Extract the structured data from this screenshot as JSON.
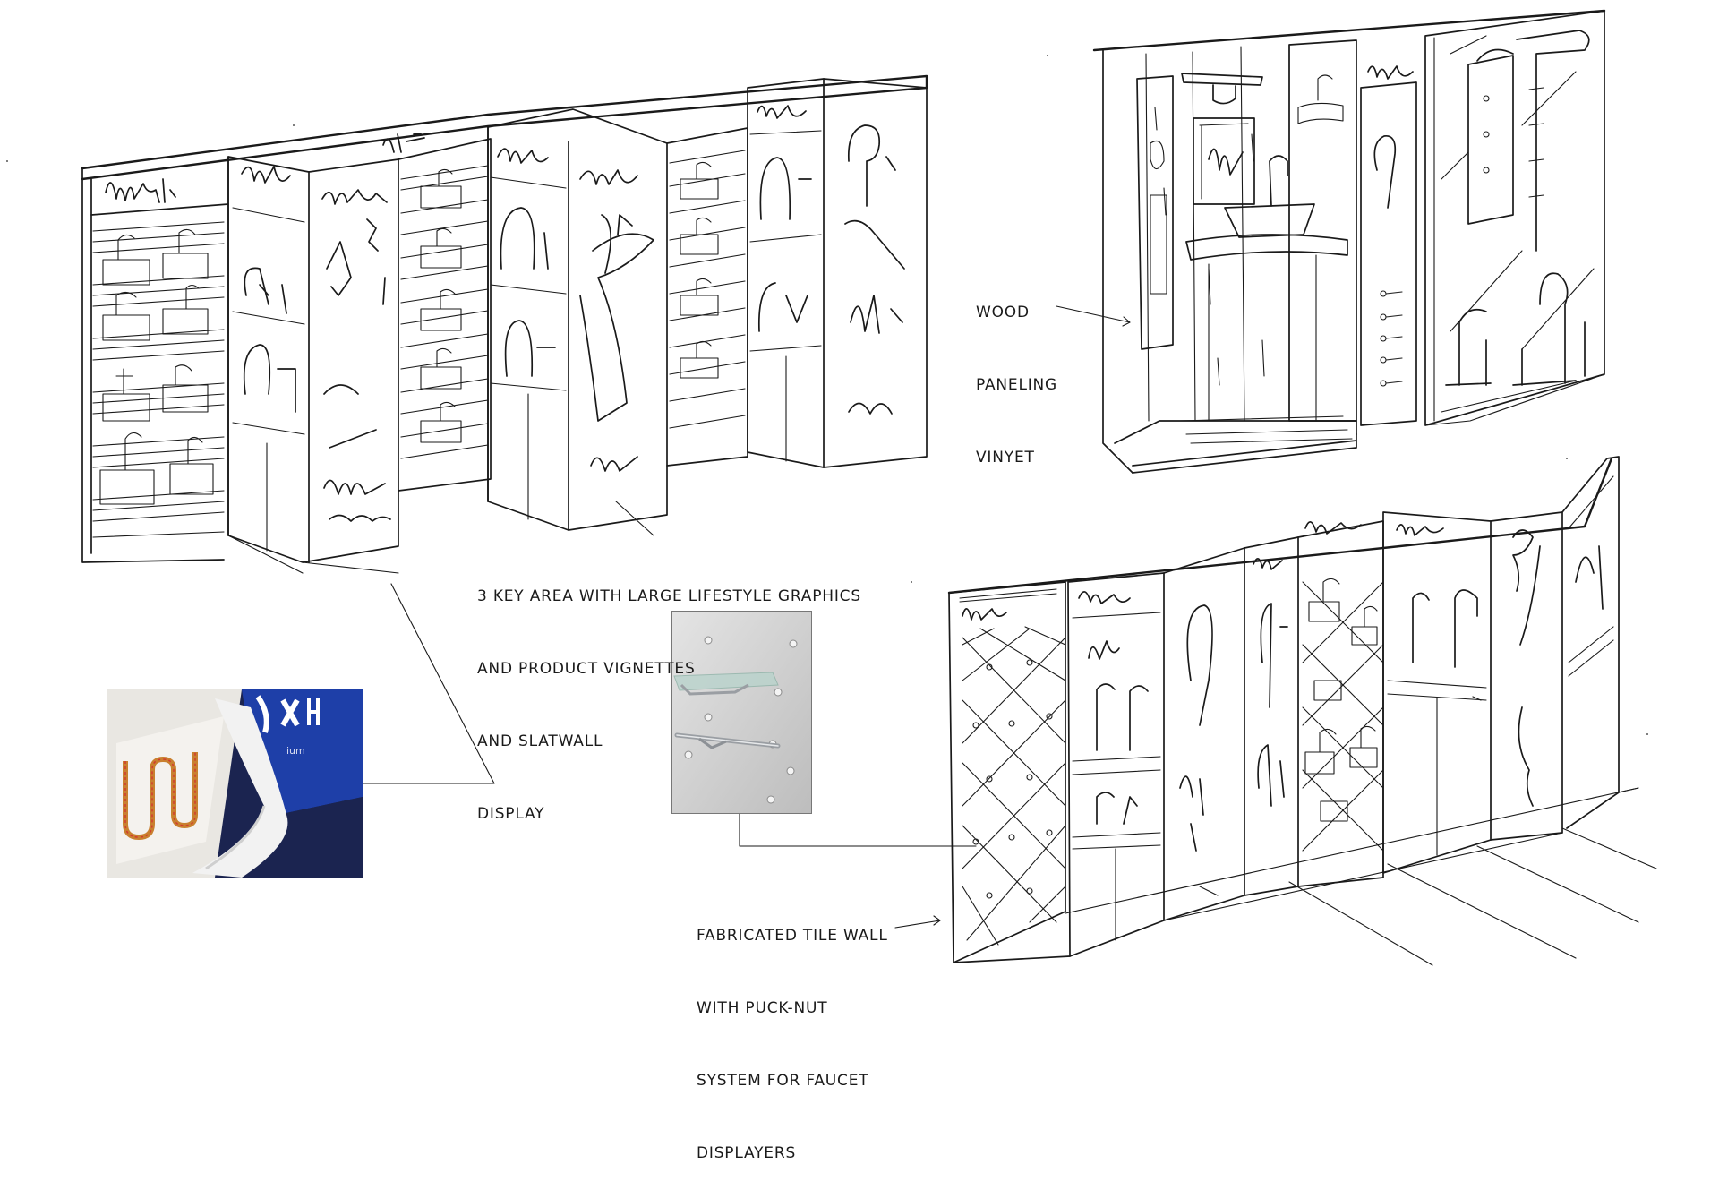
{
  "notes": {
    "wood_paneling": [
      "WOOD",
      "PANELING",
      "VINYET"
    ],
    "key_area": [
      "3 KEY AREA WITH LARGE LIFESTYLE GRAPHICS",
      "AND PRODUCT VIGNETTES",
      "AND SLATWALL",
      "DISPLAY"
    ],
    "tile_wall": [
      "FABRICATED TILE WALL",
      "WITH PUCK-NUT",
      "SYSTEM FOR FAUCET",
      "DISPLAYERS"
    ]
  },
  "photos": {
    "lightbox_fabric": {
      "logo_fragment": "ium",
      "colors": {
        "fabric": "#1e3fa8",
        "dark": "#1b2450",
        "tray": "#f4f2ee",
        "led": "#c9802f"
      }
    },
    "glass_shelf": {
      "colors": {
        "wall": "#dcdcdc",
        "glass": "#b9d3cc",
        "metal": "#9a9ea3"
      }
    }
  },
  "colors": {
    "ink": "#1a1a1a",
    "paper": "#ffffff"
  }
}
